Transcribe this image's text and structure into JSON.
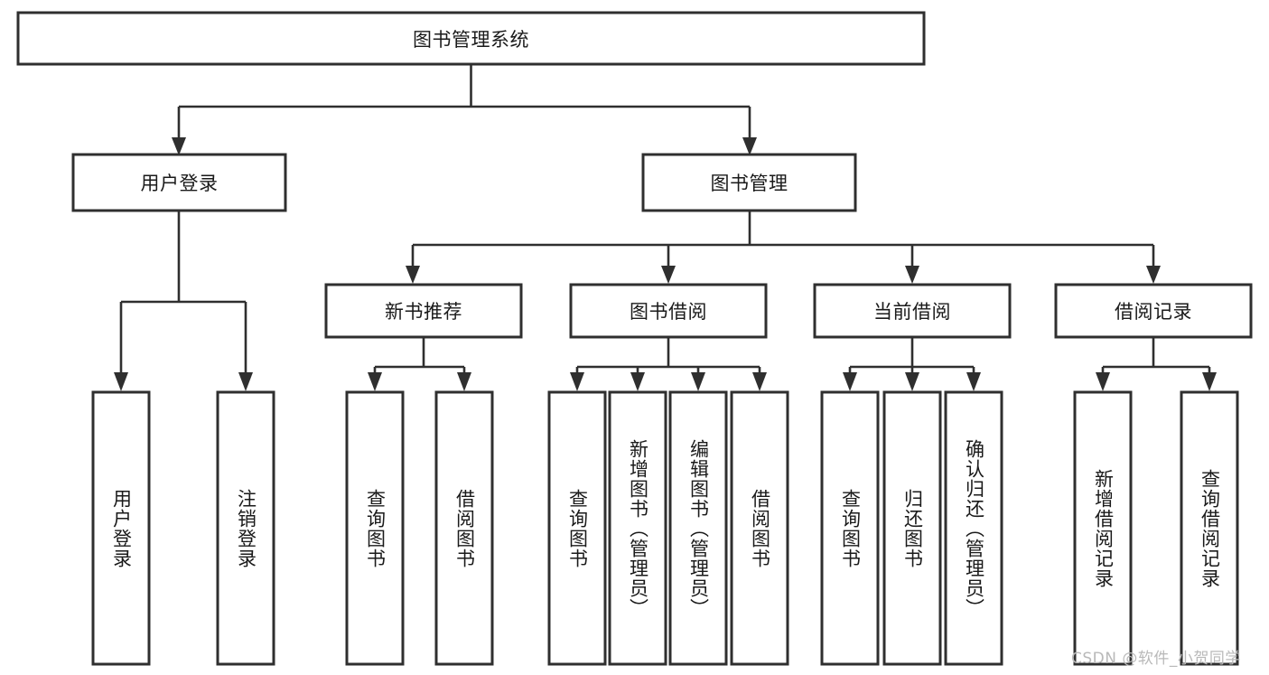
{
  "diagram": {
    "type": "tree-hierarchy-chart",
    "title": "图书管理系统",
    "orientation": "top-down",
    "colors": {
      "box_border": "#2f2f2f",
      "box_fill": "#ffffff",
      "connector": "#2f2f2f",
      "text": "#1a1a1a",
      "background": "#ffffff",
      "watermark": "#b9b9b9"
    },
    "root": {
      "label": "图书管理系统",
      "orientation": "horizontal"
    },
    "level2": [
      {
        "label": "用户登录",
        "orientation": "horizontal"
      },
      {
        "label": "图书管理",
        "orientation": "horizontal"
      }
    ],
    "level3": [
      {
        "label": "新书推荐",
        "orientation": "horizontal"
      },
      {
        "label": "图书借阅",
        "orientation": "horizontal"
      },
      {
        "label": "当前借阅",
        "orientation": "horizontal"
      },
      {
        "label": "借阅记录",
        "orientation": "horizontal"
      }
    ],
    "leaves": [
      {
        "label": "用户登录",
        "orientation": "vertical",
        "parent": "用户登录"
      },
      {
        "label": "注销登录",
        "orientation": "vertical",
        "parent": "用户登录"
      },
      {
        "label": "查询图书",
        "orientation": "vertical",
        "parent": "新书推荐"
      },
      {
        "label": "借阅图书",
        "orientation": "vertical",
        "parent": "新书推荐"
      },
      {
        "label": "查询图书",
        "orientation": "vertical",
        "parent": "图书借阅"
      },
      {
        "label": "新增图书（管理员）",
        "orientation": "vertical",
        "parent": "图书借阅"
      },
      {
        "label": "编辑图书（管理员）",
        "orientation": "vertical",
        "parent": "图书借阅"
      },
      {
        "label": "借阅图书",
        "orientation": "vertical",
        "parent": "图书借阅"
      },
      {
        "label": "查询图书",
        "orientation": "vertical",
        "parent": "当前借阅"
      },
      {
        "label": "归还图书",
        "orientation": "vertical",
        "parent": "当前借阅"
      },
      {
        "label": "确认归还（管理员）",
        "orientation": "vertical",
        "parent": "当前借阅"
      },
      {
        "label": "新增借阅记录",
        "orientation": "vertical",
        "parent": "借阅记录"
      },
      {
        "label": "查询借阅记录",
        "orientation": "vertical",
        "parent": "借阅记录"
      }
    ]
  },
  "watermark": {
    "text": "CSDN @软件_小贺同学"
  }
}
